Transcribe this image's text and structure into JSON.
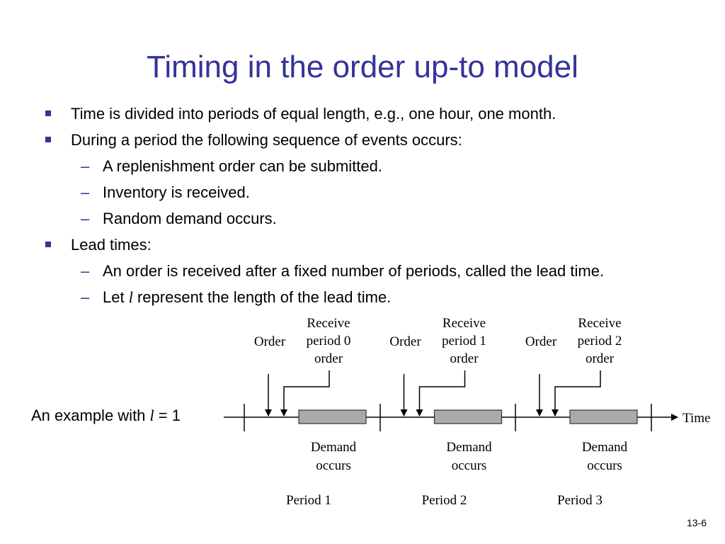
{
  "slide": {
    "title": "Timing in the order up-to model",
    "bullets": [
      {
        "level": 1,
        "text": "Time is divided into periods of equal length, e.g., one hour, one month."
      },
      {
        "level": 1,
        "text": "During a period the following sequence of events occurs:"
      },
      {
        "level": 2,
        "text": "A replenishment order can be submitted."
      },
      {
        "level": 2,
        "text": "Inventory is received."
      },
      {
        "level": 2,
        "text": "Random demand occurs."
      },
      {
        "level": 1,
        "text": "Lead times:"
      },
      {
        "level": 2,
        "text": "An order is received after a fixed number of periods, called the lead time."
      },
      {
        "level": 2,
        "text_before": "Let",
        "variable": "l",
        "text_after": "represent the length of the lead time."
      }
    ],
    "example_caption": {
      "before": "An example with",
      "variable": "l",
      "after": "= 1"
    },
    "page_number": "13-6"
  },
  "diagram": {
    "axis_label": "Time",
    "periods": [
      {
        "order_label": "Order",
        "receive_label": [
          "Receive",
          "period 0",
          "order"
        ],
        "demand_label": [
          "Demand",
          "occurs"
        ],
        "period_label": "Period 1"
      },
      {
        "order_label": "Order",
        "receive_label": [
          "Receive",
          "period 1",
          "order"
        ],
        "demand_label": [
          "Demand",
          "occurs"
        ],
        "period_label": "Period 2"
      },
      {
        "order_label": "Order",
        "receive_label": [
          "Receive",
          "period 2",
          "order"
        ],
        "demand_label": [
          "Demand",
          "occurs"
        ],
        "period_label": "Period 3"
      }
    ],
    "colors": {
      "title": "#333399",
      "bullet": "#333399",
      "demand_box": "#aaaaaa"
    }
  }
}
